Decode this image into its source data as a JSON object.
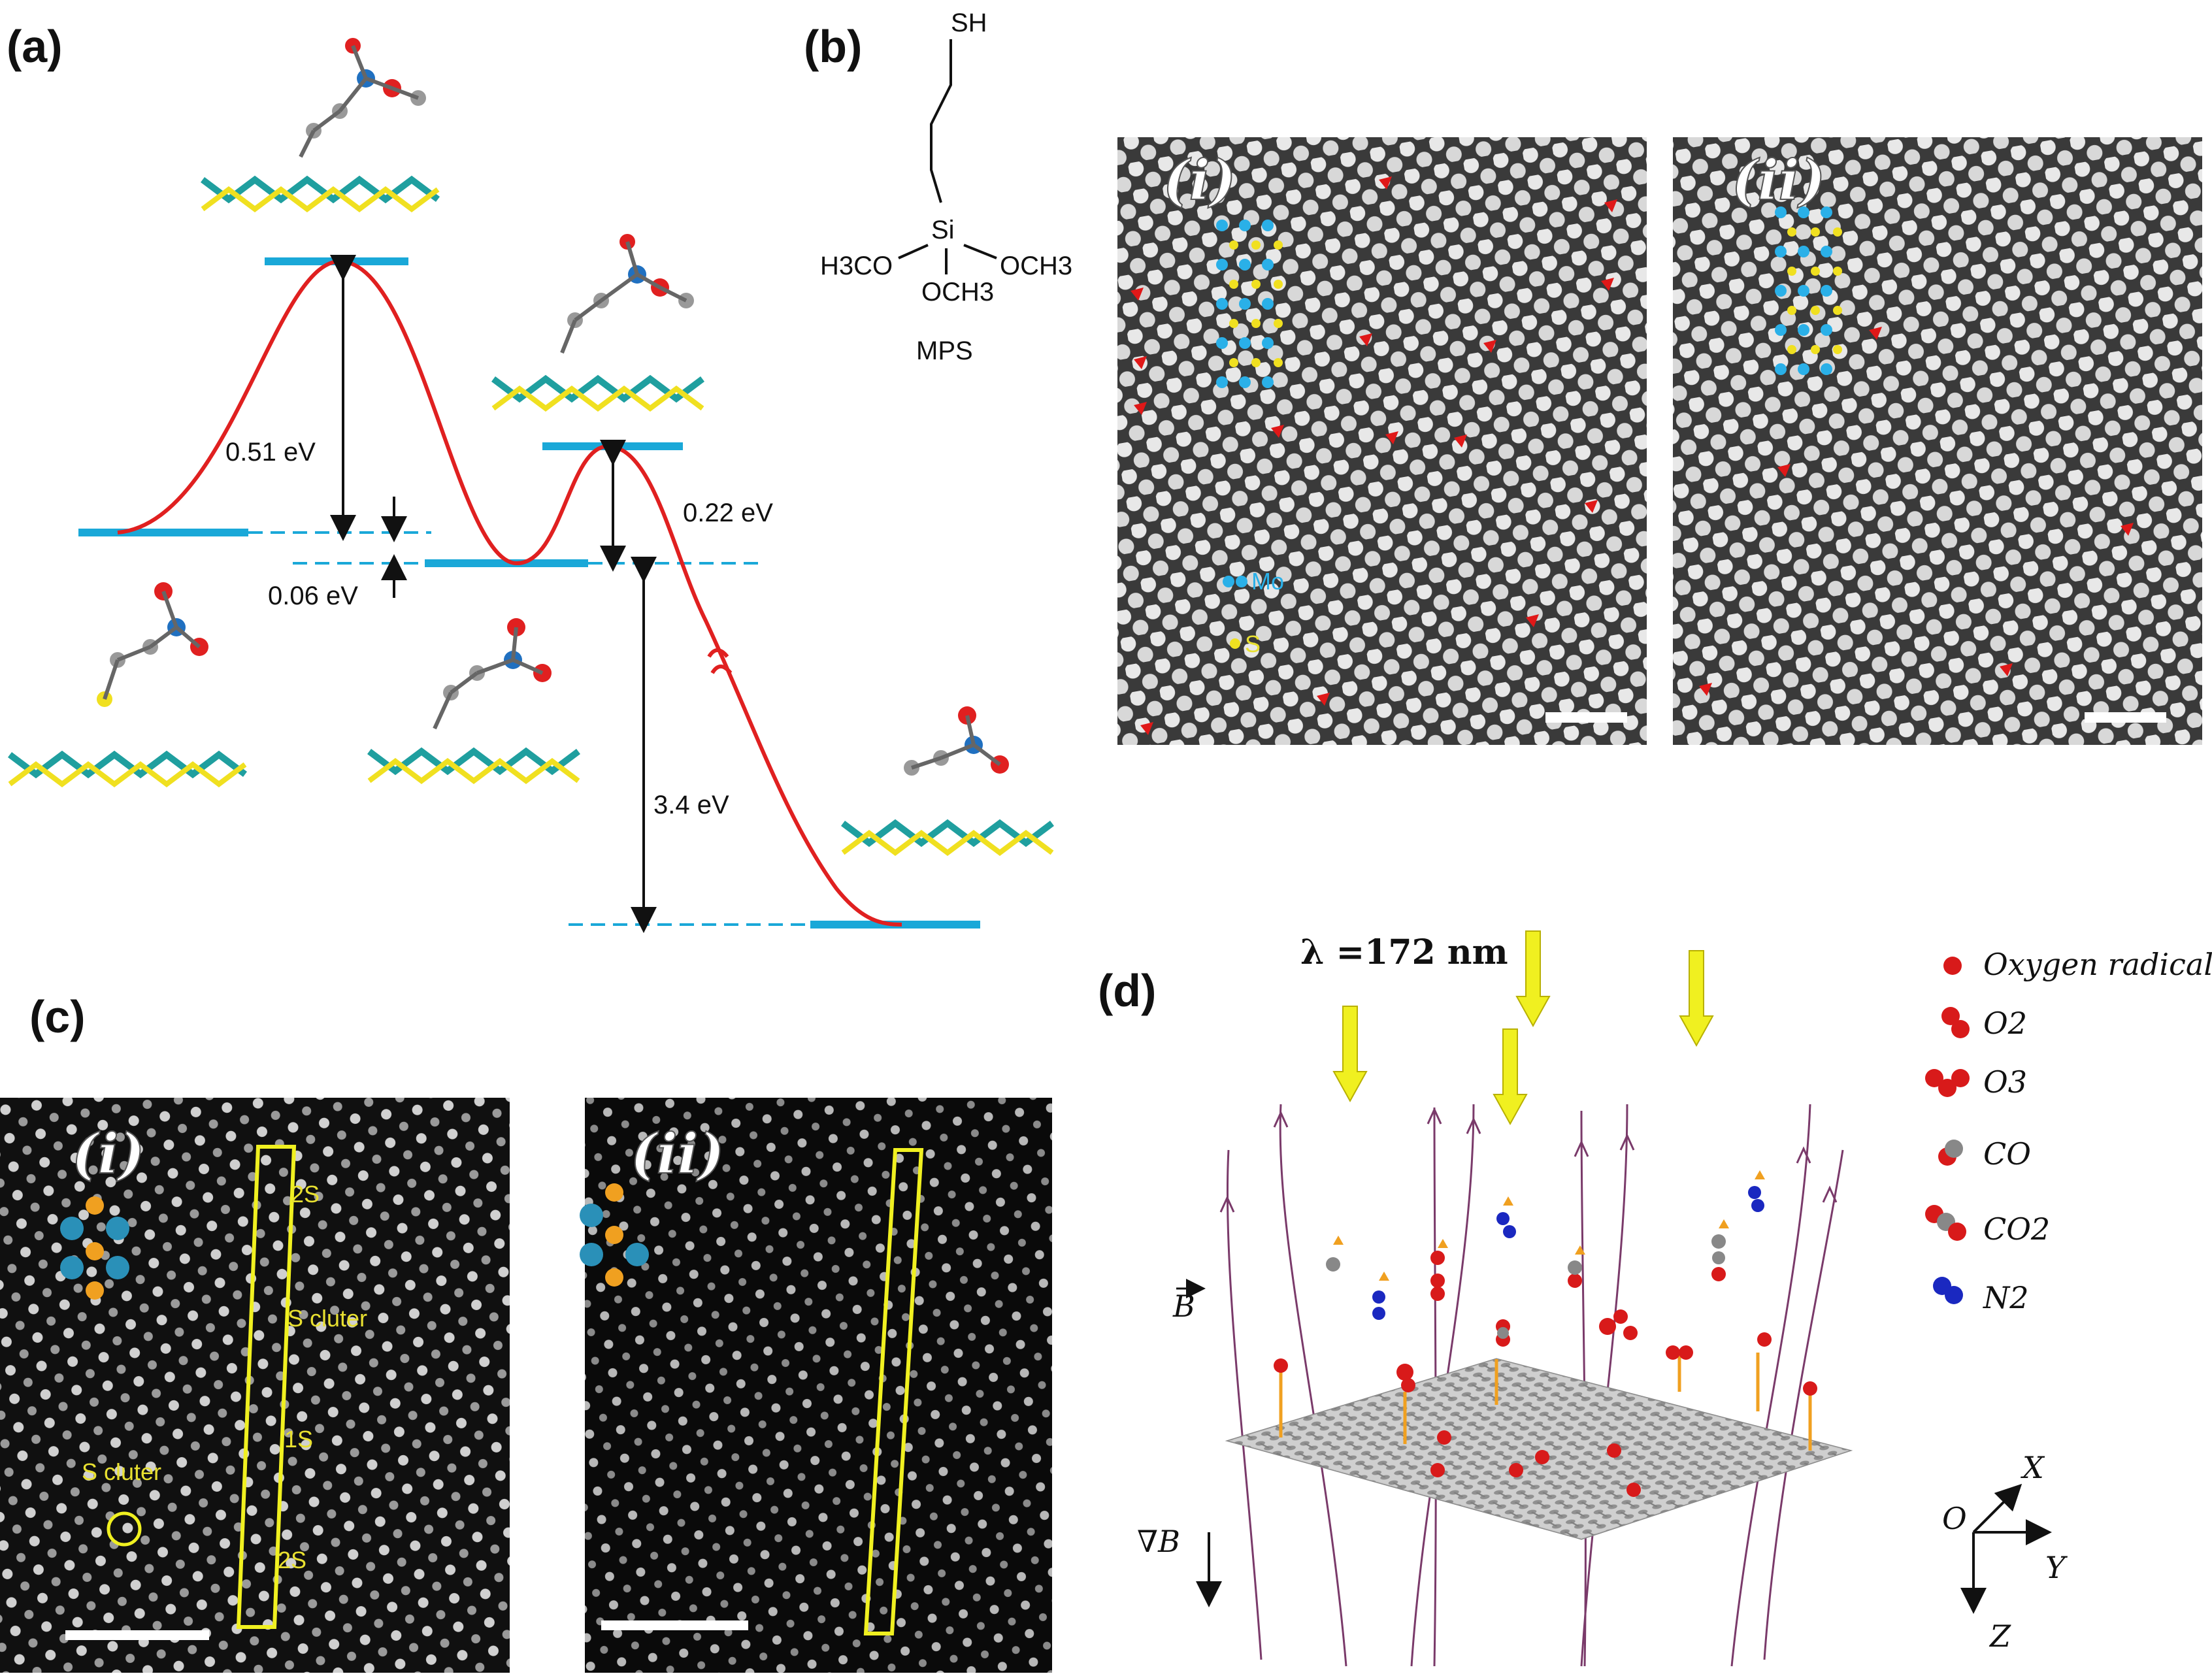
{
  "panel_labels": {
    "a": "(a)",
    "b": "(b)",
    "c": "(c)",
    "d": "(d)"
  },
  "panel_a": {
    "energies": {
      "barrier1": "0.51 eV",
      "barrier2": "0.22 eV",
      "gap": "0.06 eV",
      "release": "3.4 eV"
    },
    "colors": {
      "curve": "#e02020",
      "level": "#1aa8d8",
      "mo": "#1f9f9f",
      "s": "#f0e020"
    }
  },
  "panel_b": {
    "molecule": {
      "sh": "SH",
      "si": "Si",
      "left": "H3CO",
      "right": "OCH3",
      "bottom": "OCH3",
      "name": "MPS"
    },
    "images": {
      "i": "(i)",
      "ii": "(ii)"
    },
    "legend": {
      "mo": "Mo",
      "s": "S"
    }
  },
  "panel_c": {
    "images": {
      "i": "(i)",
      "ii": "(ii)"
    },
    "annotations": {
      "top": "2S",
      "cluster": "S cluter",
      "one": "1S",
      "bottom": "2S",
      "circle": "S cluter"
    }
  },
  "panel_d": {
    "wavelength": "λ =172 nm",
    "field": "B",
    "gradient": "∇B",
    "legend": [
      "Oxygen radical",
      "O2",
      "O3",
      "CO",
      "CO2",
      "N2"
    ],
    "axes": {
      "origin": "O",
      "x": "X",
      "y": "Y",
      "z": "Z"
    }
  }
}
